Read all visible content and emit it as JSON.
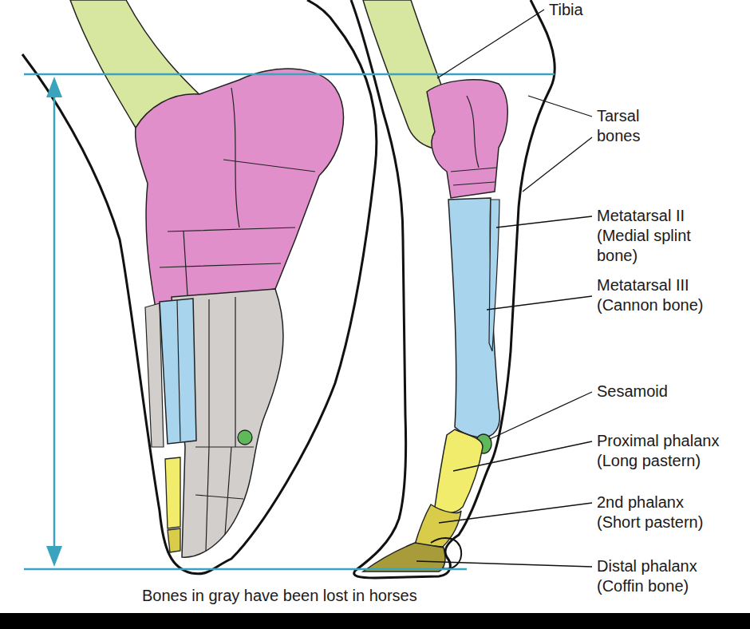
{
  "diagram": {
    "caption": "Bones in gray have been lost in horses",
    "labels": [
      "Tibia",
      "Tarsal bones",
      "Metatarsal II (Medial splint bone)",
      "Metatarsal III (Cannon bone)",
      "Sesamoid",
      "Proximal phalanx (Long pastern)",
      "2nd phalanx (Short pastern)",
      "Distal phalanx (Coffin bone)"
    ]
  }
}
